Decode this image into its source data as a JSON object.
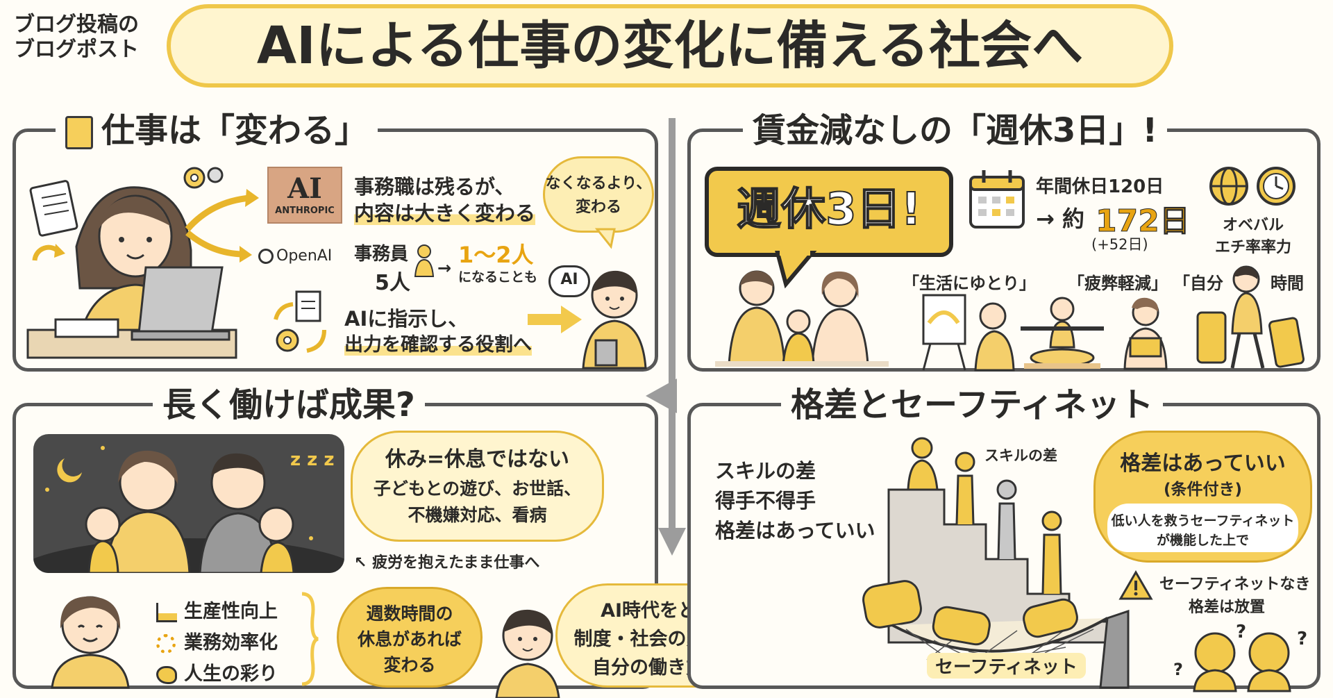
{
  "header": {
    "tag_line1": "ブログ投稿の",
    "tag_line2": "ブログポスト",
    "main_title": "AIによる仕事の変化に備える社会へ"
  },
  "panel1": {
    "title": "仕事は「変わる」",
    "anthropic_logo": "AI",
    "anthropic_label": "ANTHROPIC",
    "openai_label": "OpenAI",
    "line1": "事務職は残るが、",
    "line2": "内容は大きく変わる",
    "bubble_line1": "なくなるより、",
    "bubble_line2": "変わる",
    "clerk_label": "事務員",
    "clerk_count": "5人",
    "arrow": "→",
    "result_count": "1〜2人",
    "result_note": "になることも",
    "ai_bubble": "AI",
    "role_line1": "AIに指示し、",
    "role_line2": "出力を確認する役割へ"
  },
  "panel2": {
    "title": "賃金減なしの「週休3日」!",
    "big_bubble": "週休3日!",
    "holidays_label": "年間休日120日",
    "arrow": "→ 約",
    "holidays_new": "172日",
    "holidays_diff": "(+52日)",
    "side_line1": "オベバル",
    "side_line2": "エチ率率力",
    "benefit1": "「生活にゆとり」",
    "benefit2": "「疲弊軽減」",
    "benefit3": "「自分",
    "benefit3b": "時間"
  },
  "panel3": {
    "title": "長く働けば成果?",
    "rest_title": "休み=休息ではない",
    "rest_line1": "子どもとの遊び、お世話、",
    "rest_line2": "不機嫌対応、看病",
    "fatigue_note": "疲労を抱えたまま仕事へ",
    "benefit1": "生産性向上",
    "benefit2": "業務効率化",
    "benefit3": "人生の彩り",
    "bubble_line1": "週数時間の",
    "bubble_line2": "休息があれば",
    "bubble_line3": "変わる",
    "conclusion_line1": "AI時代をどう生きるか。",
    "conclusion_line2": "制度・社会の変化を待ちつつ、",
    "conclusion_line3": "自分の働き方を問い続ける",
    "zzz": "z z z"
  },
  "panel4": {
    "title": "格差とセーフティネット",
    "left_line1": "スキルの差",
    "left_line2": "得手不得手",
    "left_line3": "格差はあっていい",
    "stair_label": "スキルの差",
    "bubble_title": "格差はあっていい",
    "bubble_sub": "(条件付き)",
    "bubble_line1": "低い人を救うセーフティネット",
    "bubble_line2": "が機能した上で",
    "warning_line1": "セーフティネットなき",
    "warning_line2": "格差は放置",
    "net_label": "セーフティネット",
    "question_marks": "?"
  },
  "colors": {
    "accent": "#f2c94c",
    "panel_border": "#585858",
    "cloud_fill": "#fdeeb4",
    "text": "#2b2a28"
  }
}
